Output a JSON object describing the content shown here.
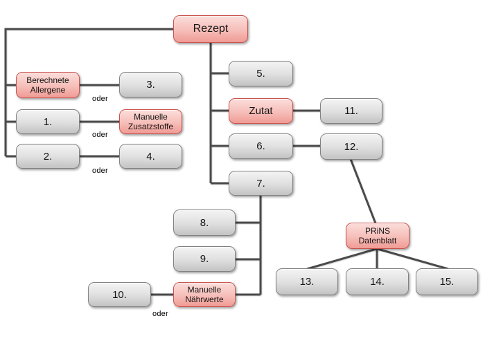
{
  "diagram": {
    "nodes": {
      "rezept": "Rezept",
      "berechnete_allergene": "Berechnete Allergene",
      "n1": "1.",
      "n2": "2.",
      "n3": "3.",
      "manuelle_zusatzstoffe": "Manuelle Zusatzstoffe",
      "n4": "4.",
      "n5": "5.",
      "zutat": "Zutat",
      "n6": "6.",
      "n7": "7.",
      "n11": "11.",
      "n12": "12.",
      "n8": "8.",
      "n9": "9.",
      "n10": "10.",
      "manuelle_naehrwerte": "Manuelle Nährwerte",
      "prins_datenblatt": "PRiNS Datenblatt",
      "n13": "13.",
      "n14": "14.",
      "n15": "15."
    },
    "connector_labels": {
      "oder1": "oder",
      "oder2": "oder",
      "oder3": "oder",
      "oder4": "oder"
    },
    "colors": {
      "pink_fill_top": "#fbdedb",
      "pink_fill_mid": "#f6beb9",
      "pink_fill_bottom": "#f09b94",
      "pink_border": "#c9524e",
      "gray_fill_top": "#f4f4f4",
      "gray_fill_mid": "#e0e0e0",
      "gray_fill_bottom": "#c3c3c3",
      "gray_border": "#828282",
      "line": "#4a4a4a",
      "background": "#ffffff",
      "text": "#141414"
    }
  }
}
